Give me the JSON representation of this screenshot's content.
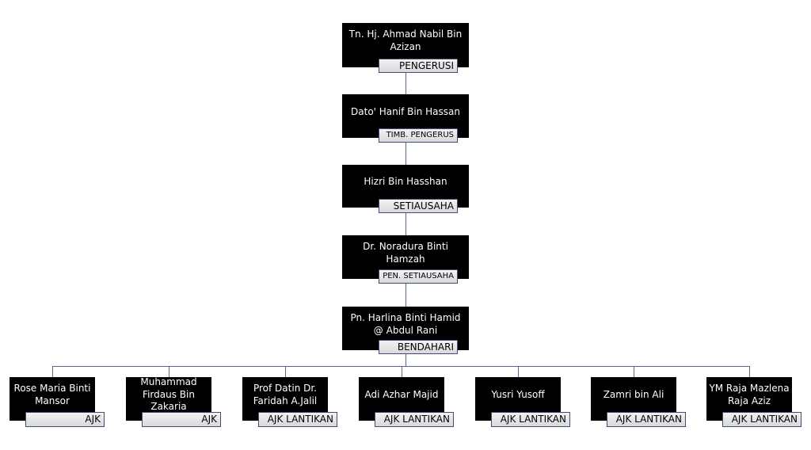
{
  "colors": {
    "box_bg": "#000000",
    "box_text": "#ffffff",
    "label_border": "#3d4f73",
    "connector": "#5a6b8c"
  },
  "leaders": [
    {
      "name": "Tn. Hj. Ahmad Nabil Bin Azizan",
      "role": "PENGERUSI"
    },
    {
      "name": "Dato' Hanif Bin Hassan",
      "role": "TIMB. PENGERUS"
    },
    {
      "name": "Hizri Bin Hasshan",
      "role": "SETIAUSAHA"
    },
    {
      "name": "Dr. Noradura Binti Hamzah",
      "role": "PEN. SETIAUSAHA"
    },
    {
      "name": "Pn. Harlina Binti Hamid @ Abdul Rani",
      "role": "BENDAHARI"
    }
  ],
  "committee": [
    {
      "name": "Rose Maria Binti Mansor",
      "role": "AJK"
    },
    {
      "name": "Muhammad Firdaus Bin Zakaria",
      "role": "AJK"
    },
    {
      "name": "Prof Datin Dr. Faridah A.Jalil",
      "role": "AJK LANTIKAN"
    },
    {
      "name": "Adi Azhar Majid",
      "role": "AJK LANTIKAN"
    },
    {
      "name": "Yusri Yusoff",
      "role": "AJK LANTIKAN"
    },
    {
      "name": "Zamri bin Ali",
      "role": "AJK LANTIKAN"
    },
    {
      "name": "YM Raja Mazlena Raja Aziz",
      "role": "AJK LANTIKAN"
    }
  ]
}
